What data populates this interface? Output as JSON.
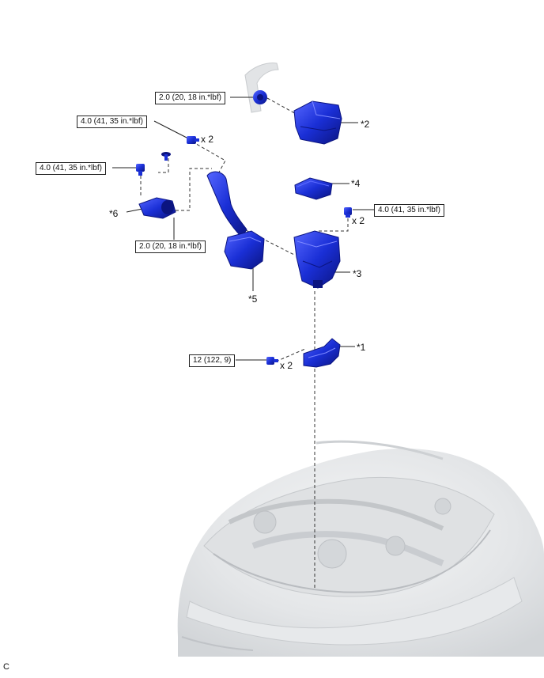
{
  "torques": {
    "t_top": "2.0 (20, 18 in.*lbf)",
    "t_bolt_upper": "4.0 (41, 35 in.*lbf)",
    "t_bolt_left": "4.0 (41, 35 in.*lbf)",
    "t_right": "4.0 (41, 35 in.*lbf)",
    "t_clamp_left": "2.0 (20, 18 in.*lbf)",
    "t_bracket": "12 (122, 9)"
  },
  "quantities": {
    "q_upper": "x 2",
    "q_right": "x 2",
    "q_bracket": "x 2"
  },
  "callouts": {
    "c1": "*1",
    "c2": "*2",
    "c3": "*3",
    "c4": "*4",
    "c5": "*5",
    "c6": "*6"
  },
  "corner_mark": "C",
  "colors": {
    "part_blue": "#1a2fd6",
    "part_dark": "#0b1480",
    "line": "#333333",
    "ghost": "#d7d9dc"
  }
}
